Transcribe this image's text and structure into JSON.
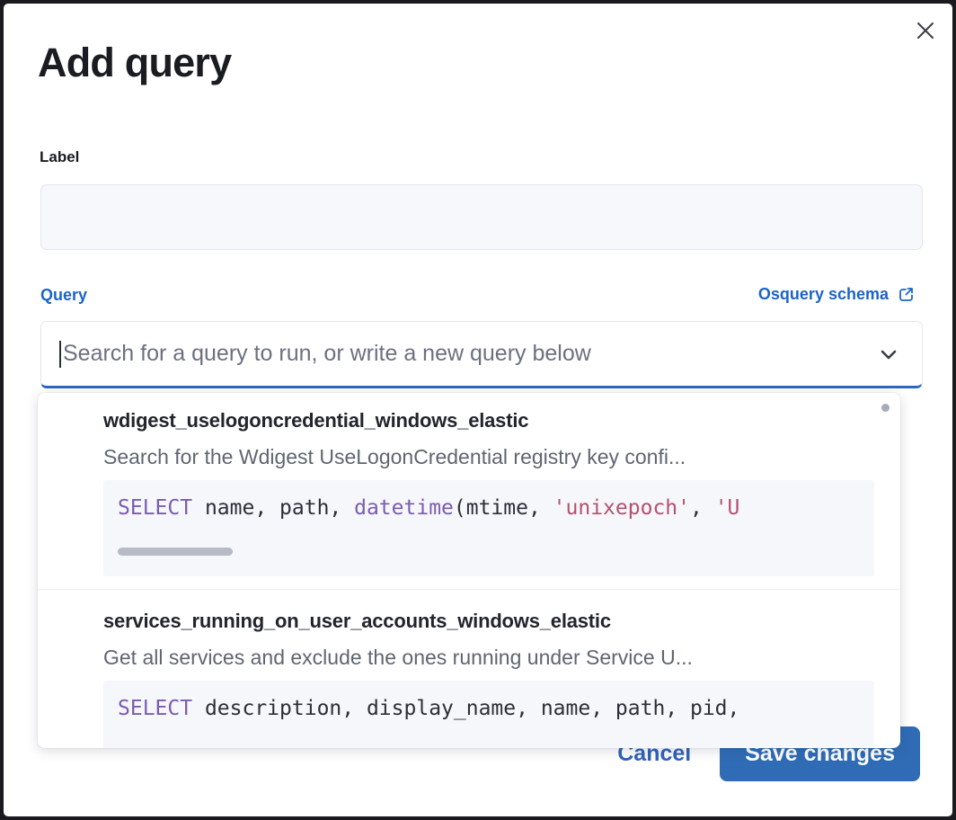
{
  "dialog": {
    "title": "Add query",
    "close_icon": "close-icon"
  },
  "label_field": {
    "label": "Label",
    "value": "",
    "placeholder": ""
  },
  "query_field": {
    "label": "Query",
    "schema_link_text": "Osquery schema",
    "schema_link_icon": "external-link-icon",
    "search_value": "",
    "search_placeholder": "Search for a query to run, or write a new query below",
    "chevron_icon": "chevron-down-icon"
  },
  "dropdown": {
    "options": [
      {
        "title": "wdigest_uselogoncredential_windows_elastic",
        "description": "Search for the Wdigest UseLogonCredential registry key confi...",
        "code_tokens": [
          {
            "t": "SELECT",
            "c": "kw"
          },
          {
            "t": " name, path, ",
            "c": "pl"
          },
          {
            "t": "datetime",
            "c": "fn"
          },
          {
            "t": "(mtime, ",
            "c": "pl"
          },
          {
            "t": "'unixepoch'",
            "c": "str"
          },
          {
            "t": ", ",
            "c": "pl"
          },
          {
            "t": "'U",
            "c": "str"
          }
        ],
        "has_code_scrollbar": true
      },
      {
        "title": "services_running_on_user_accounts_windows_elastic",
        "description": "Get all services and exclude the ones running under Service U...",
        "code_tokens": [
          {
            "t": "SELECT",
            "c": "kw"
          },
          {
            "t": " description, display_name, name, path, pid,",
            "c": "pl"
          }
        ],
        "has_code_scrollbar": false
      }
    ]
  },
  "footer": {
    "cancel_label": "Cancel",
    "save_label": "Save changes"
  },
  "colors": {
    "accent_blue": "#1c63c8",
    "primary_button": "#2f6cb5",
    "focus_underline": "#2a68c4",
    "title_text": "#1a1c21",
    "sql_keyword": "#7a5cb0",
    "sql_string": "#b4526c",
    "code_background": "#f6f7fb",
    "input_background": "#f7f8fc"
  }
}
